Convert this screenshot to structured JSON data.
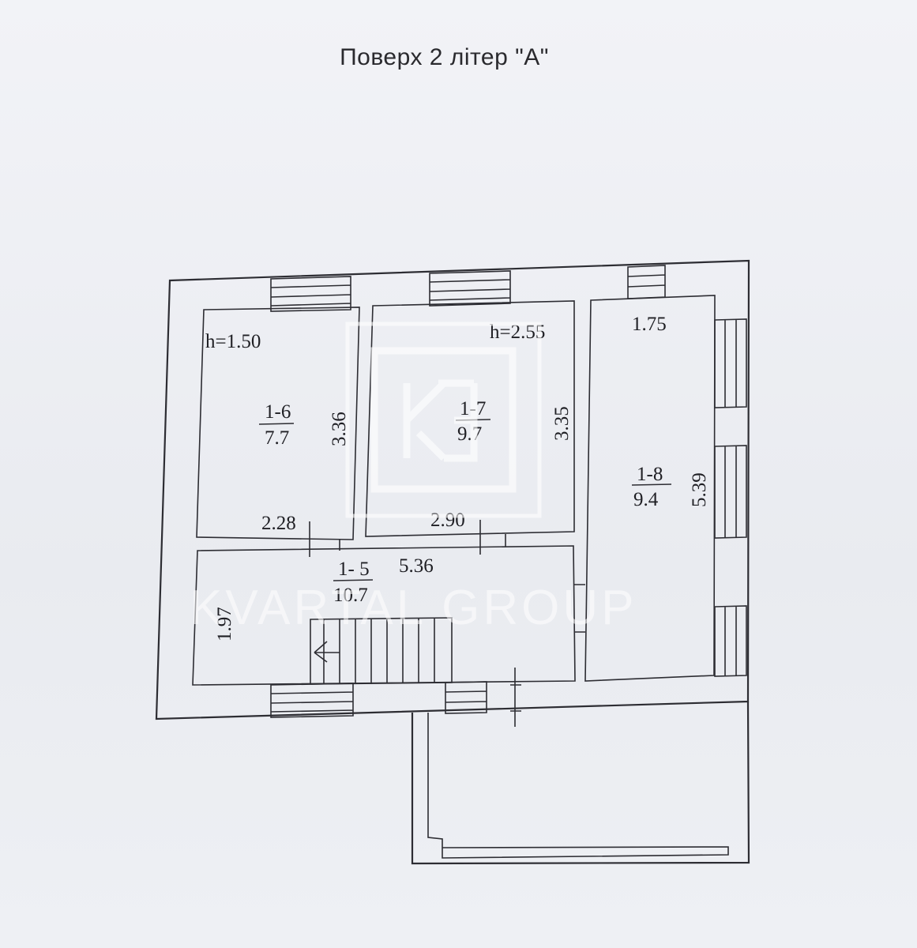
{
  "title": "Поверх 2 літер \"А\"",
  "rooms": [
    {
      "id": "1-6",
      "area": "7.7",
      "height": "h=1.50",
      "side": "3.36",
      "width": "2.28"
    },
    {
      "id": "1-7",
      "area": "9.7",
      "height": "h=2.55",
      "side": "3.35",
      "width": "2.90"
    },
    {
      "id": "1-8",
      "area": "9.4",
      "side": "5.39",
      "width": "1.75"
    },
    {
      "id": "1- 5",
      "area": "10.7",
      "side": "1.97",
      "width": "5.36"
    }
  ],
  "watermark": {
    "logo": "KG",
    "text": "KVARTAL GROUP"
  }
}
